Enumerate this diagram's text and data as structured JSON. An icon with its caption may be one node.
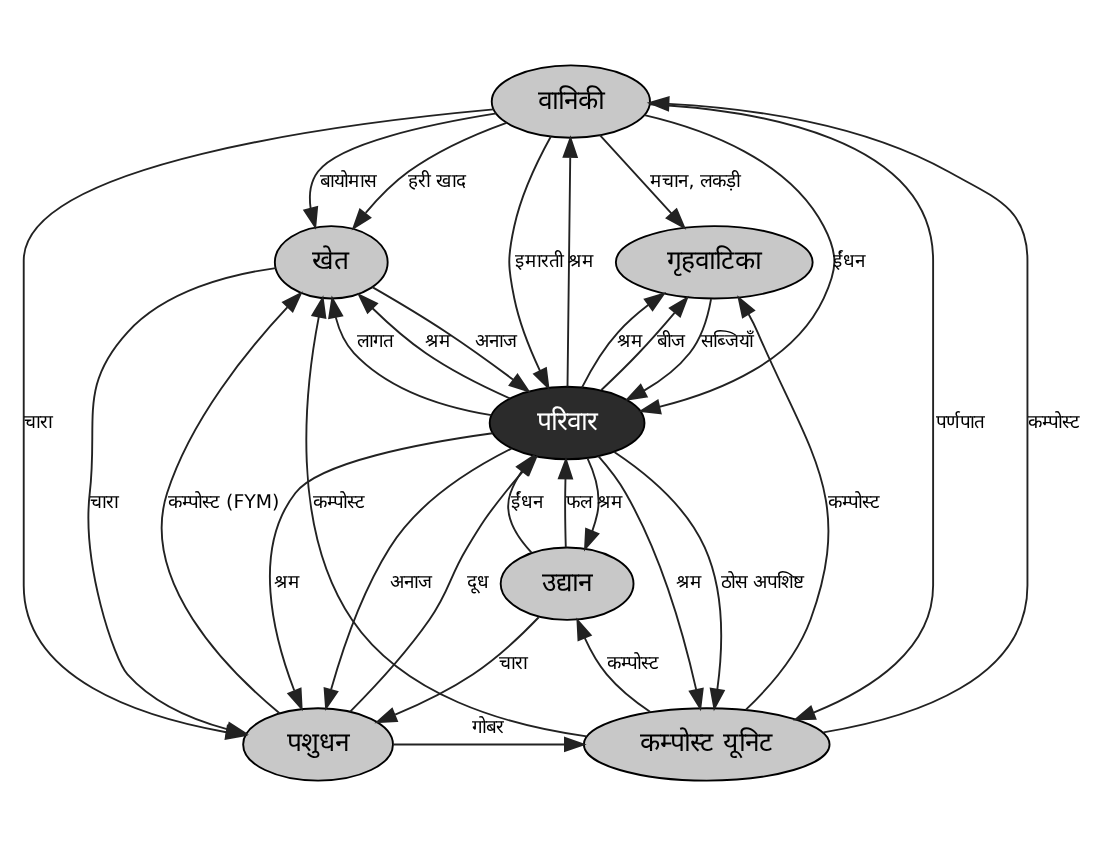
{
  "diagram": {
    "nodes": [
      {
        "text": [
          "वानिकी"
        ]
      },
      {
        "text": [
          "गृहवाटिका"
        ]
      },
      {
        "text": [
          "खेत"
        ]
      },
      {
        "text": [
          "परिवार"
        ]
      },
      {
        "text": [
          "पशुधन"
        ]
      },
      {
        "text": [
          "कम्पोस्ट यूनिट"
        ]
      },
      {
        "text": [
          "उद्यान"
        ]
      }
    ],
    "edges": [
      {
        "from": 5,
        "to": 0,
        "arrow": "to",
        "label": "कम्पोस्ट"
      },
      {
        "from": 0,
        "to": 5,
        "arrow": "to",
        "label": "पर्णपात"
      },
      {
        "from": 0,
        "to": 1,
        "arrow": "to",
        "label": "मचान, लकड़ी"
      },
      {
        "from": 0,
        "to": 4,
        "arrow": "to",
        "label": "चारा"
      },
      {
        "from": 0,
        "to": 2,
        "arrow": "to",
        "label": "बायोमास"
      },
      {
        "from": 0,
        "to": 2,
        "arrow": "to",
        "label": "हरी खाद"
      },
      {
        "from": 3,
        "to": 0,
        "arrow": "to",
        "label": "श्रम"
      },
      {
        "from": 0,
        "to": 3,
        "arrow": "to",
        "label": "ईंधन"
      },
      {
        "from": 0,
        "to": 3,
        "arrow": "to",
        "label": "इमारती"
      },
      {
        "from": 3,
        "to": 2,
        "arrow": "to",
        "label": "लागत"
      },
      {
        "from": 3,
        "to": 2,
        "arrow": "to",
        "label": "श्रम"
      },
      {
        "from": 2,
        "to": 3,
        "arrow": "to",
        "label": "अनाज"
      },
      {
        "from": 3,
        "to": 1,
        "arrow": "to",
        "label": "श्रम"
      },
      {
        "from": 3,
        "to": 1,
        "arrow": "to",
        "label": "बीज"
      },
      {
        "from": 1,
        "to": 3,
        "arrow": "to",
        "label": "सब्जियाँ"
      },
      {
        "from": 5,
        "to": 1,
        "arrow": "to",
        "label": "कम्पोस्ट"
      },
      {
        "from": 3,
        "to": 5,
        "arrow": "to",
        "label": "श्रम"
      },
      {
        "from": 3,
        "to": 5,
        "arrow": "to",
        "label": "ठोस अपशिष्ट"
      },
      {
        "from": 5,
        "to": 6,
        "arrow": "to",
        "label": "कम्पोस्ट"
      },
      {
        "from": 6,
        "to": 3,
        "arrow": "to",
        "label": "ईंधन"
      },
      {
        "from": 3,
        "to": 6,
        "arrow": "to",
        "label": "श्रम"
      },
      {
        "from": 6,
        "to": 3,
        "arrow": "to",
        "label": "फल"
      },
      {
        "from": 3,
        "to": 4,
        "arrow": "to",
        "label": "अनाज"
      },
      {
        "from": 3,
        "to": 4,
        "arrow": "to",
        "label": "श्रम"
      },
      {
        "from": 4,
        "to": 3,
        "arrow": "to",
        "label": "दूध"
      },
      {
        "from": 6,
        "to": 4,
        "arrow": "to",
        "label": "चारा"
      },
      {
        "from": 2,
        "to": 4,
        "arrow": "to",
        "label": "चारा"
      },
      {
        "from": 4,
        "to": 2,
        "arrow": "to",
        "label": "कम्पोस्ट (FYM)"
      },
      {
        "from": 4,
        "to": 5,
        "arrow": "to",
        "label": "गोबर"
      },
      {
        "from": 5,
        "to": 2,
        "arrow": "to",
        "label": "कम्पोस्ट"
      }
    ]
  }
}
